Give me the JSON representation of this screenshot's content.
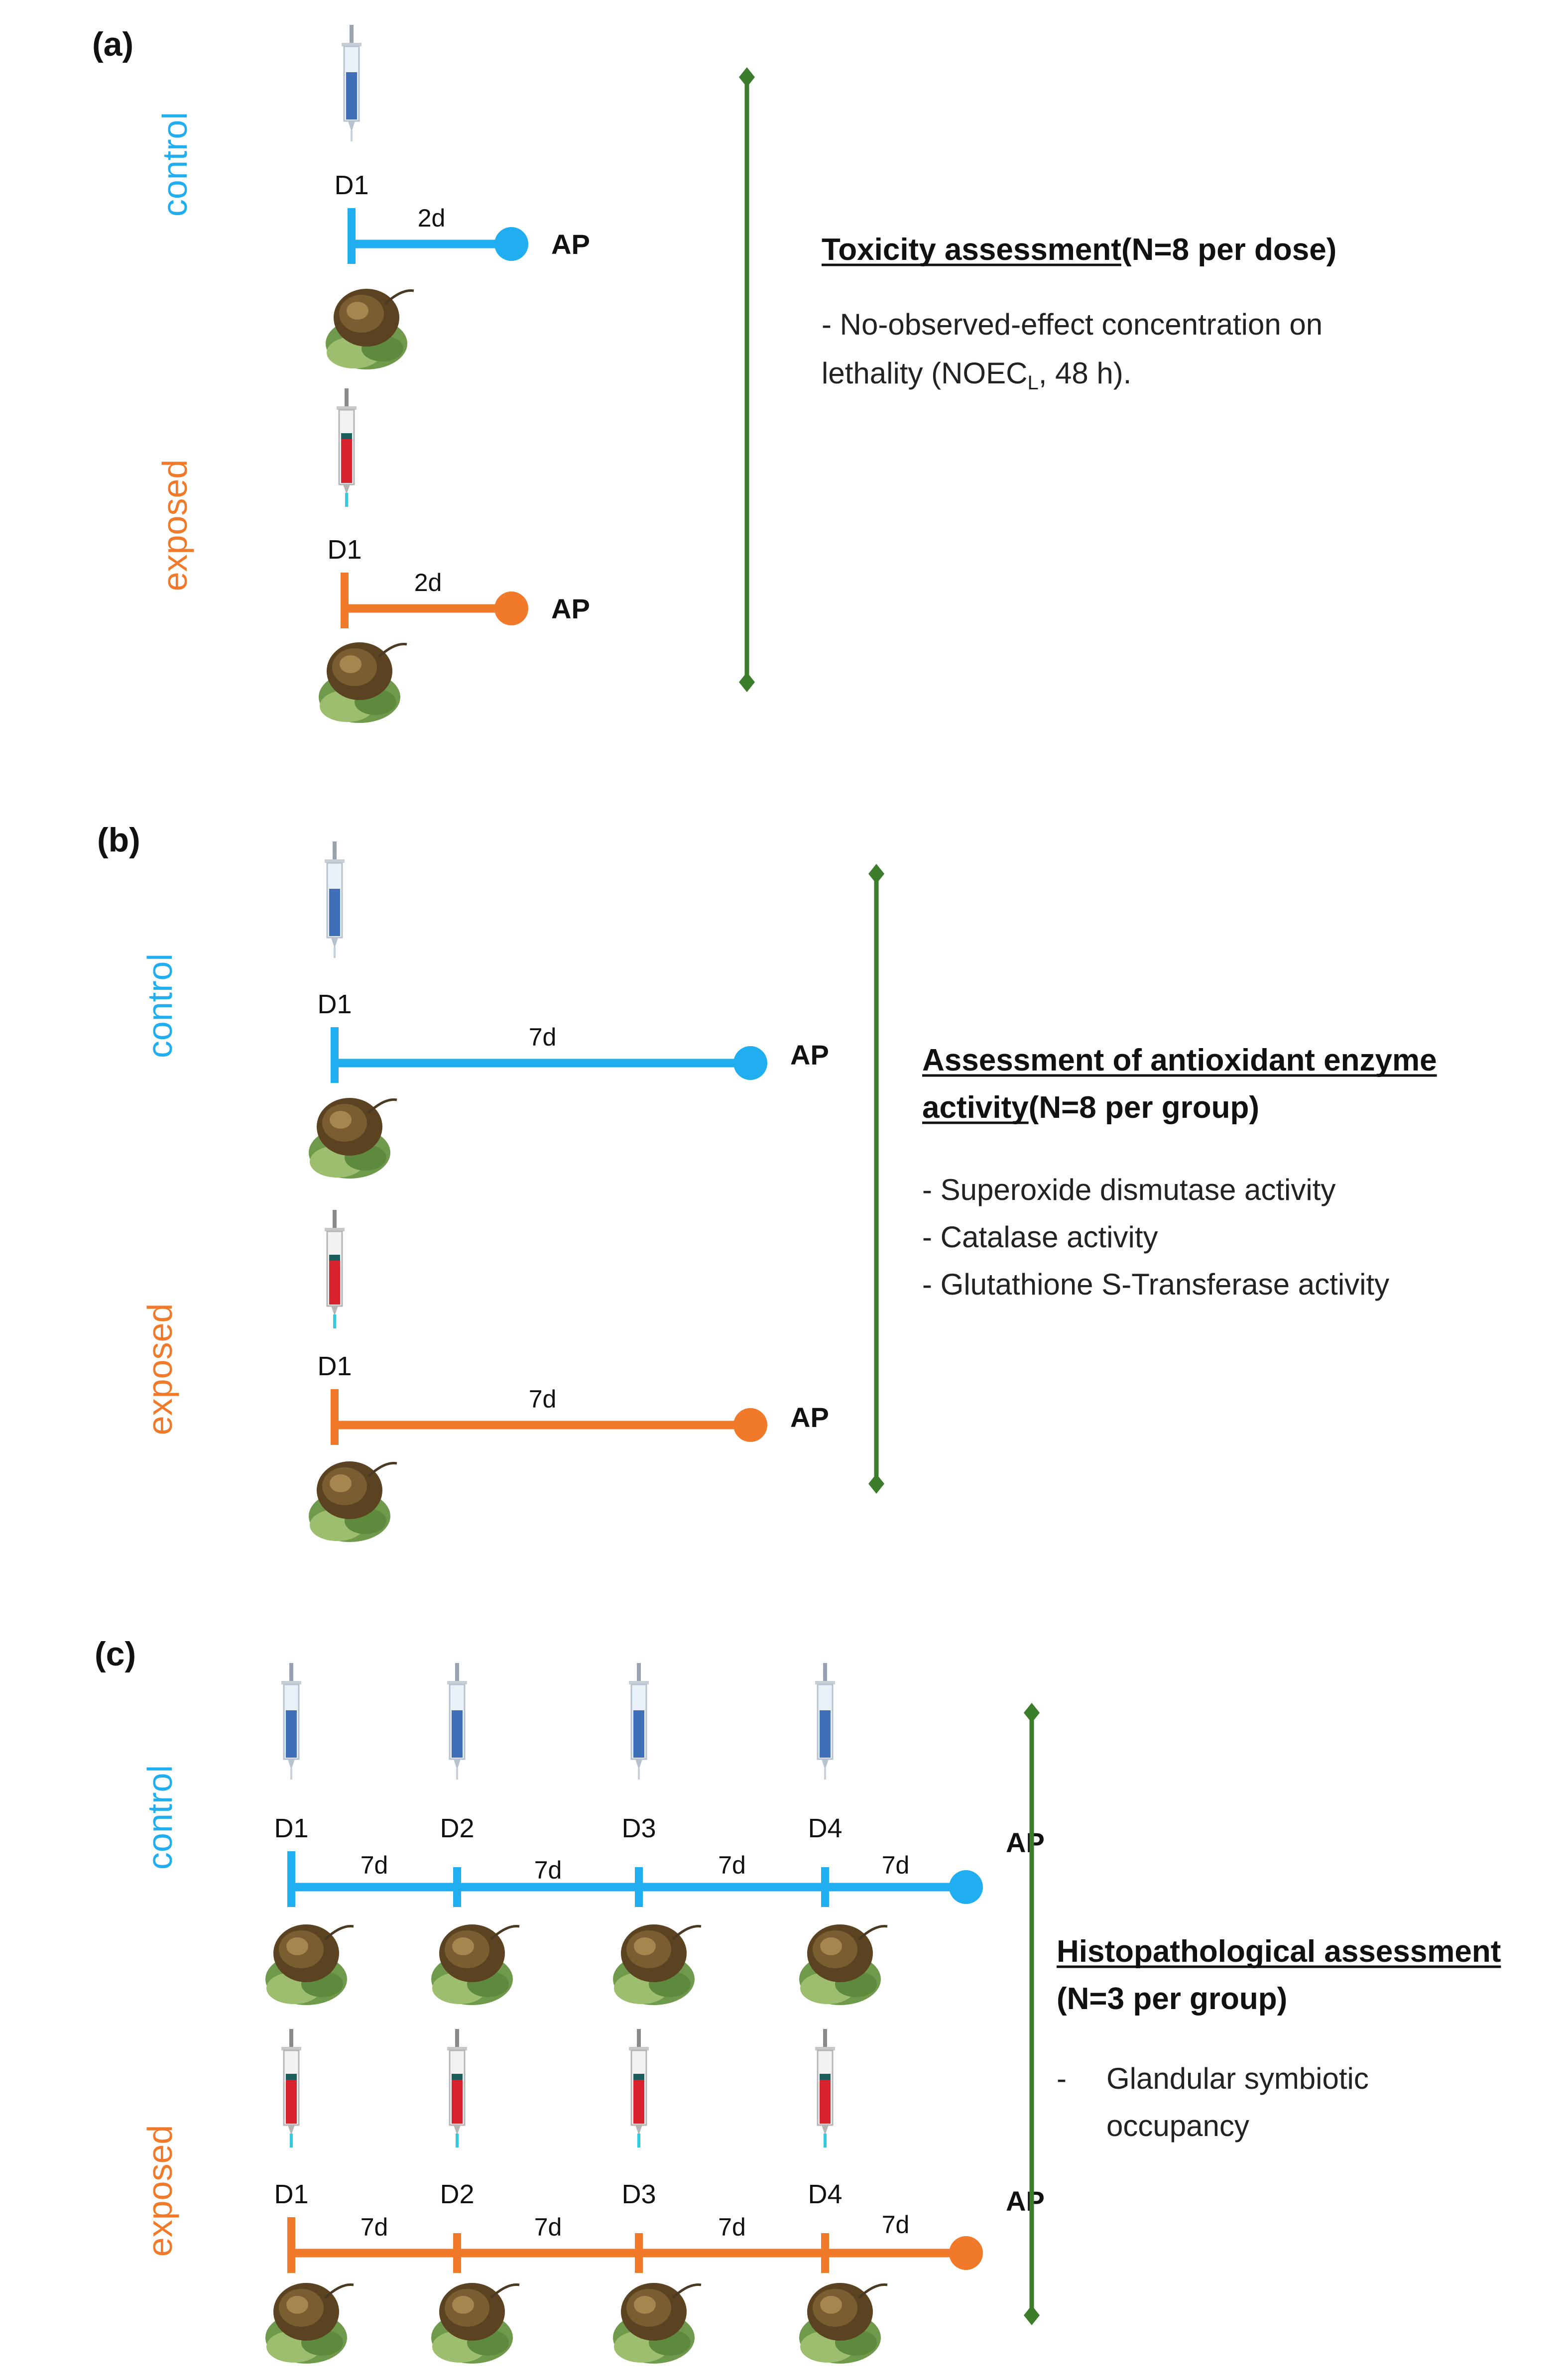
{
  "colors": {
    "control": "#21aef0",
    "exposed": "#f07a2a",
    "assessment_bar": "#3b7d2a",
    "syringe_control": "#3f6fb8",
    "syringe_exposed": "#d8232f",
    "snail_shell": "#5b4322",
    "snail_body": "#7fa05a"
  },
  "icons": {
    "syringe": "syringe-icon",
    "snail": "snail-icon"
  },
  "common": {
    "control_label": "control",
    "exposed_label": "exposed",
    "endpoint_label": "AP"
  },
  "panels": [
    {
      "label": "(a)",
      "days": [
        "D1"
      ],
      "durations": [
        "2d"
      ],
      "heading_parts": [
        "Toxicity assessment",
        " (N=8 per dose)"
      ],
      "lines": [
        "- No-observed-effect  concentration on",
        "lethality (NOEC",
        "L",
        ", 48 h)."
      ]
    },
    {
      "label": "(b)",
      "days": [
        "D1"
      ],
      "durations": [
        "7d"
      ],
      "heading_parts": [
        "Assessment of antioxidant enzyme",
        "activity",
        " (N=8 per group)"
      ],
      "lines": [
        "- Superoxide  dismutase  activity",
        "- Catalase  activity",
        "- Glutathione  S-Transferase  activity"
      ]
    },
    {
      "label": "(c)",
      "days": [
        "D1",
        "D2",
        "D3",
        "D4"
      ],
      "durations": [
        "7d",
        "7d",
        "7d",
        "7d"
      ],
      "heading_parts": [
        "Histopathological assessment",
        "(N=3 per group)"
      ],
      "lines": [
        "-",
        "Glandular symbiotic",
        "occupancy"
      ]
    }
  ]
}
